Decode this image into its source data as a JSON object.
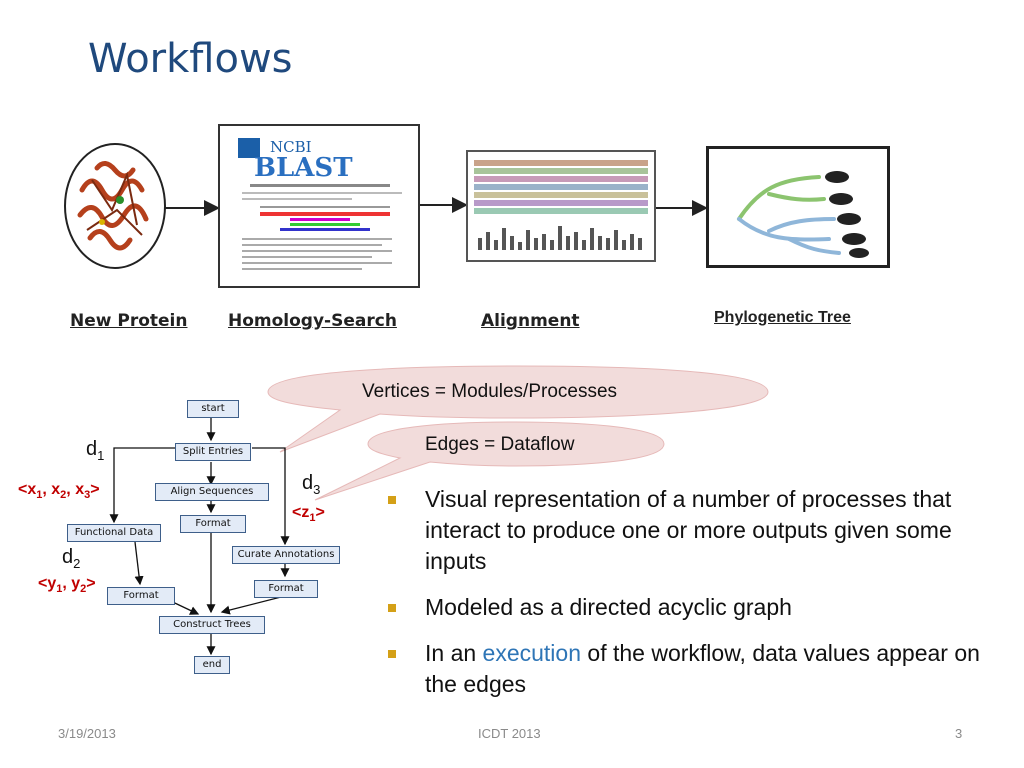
{
  "slide": {
    "title": "Workflows",
    "footer": {
      "date": "3/19/2013",
      "center": "ICDT 2013",
      "page": "3"
    }
  },
  "pipeline": {
    "steps": [
      {
        "label": "New Protein"
      },
      {
        "label": "Homology-Search",
        "logo_top": "NCBI",
        "logo_main": "BLAST"
      },
      {
        "label": "Alignment"
      },
      {
        "label": "Phylogenetic Tree"
      }
    ]
  },
  "callouts": {
    "vertices": "Vertices = Modules/Processes",
    "edges": "Edges =  Dataflow"
  },
  "flow": {
    "nodes": {
      "start": "start",
      "split": "Split Entries",
      "align": "Align Sequences",
      "functional": "Functional Data",
      "format1": "Format",
      "curate": "Curate Annotations",
      "format2": "Format",
      "format3": "Format",
      "construct": "Construct Trees",
      "end": "end"
    },
    "labels": {
      "d1": {
        "main": "d",
        "sub": "1"
      },
      "d2": {
        "main": "d",
        "sub": "2"
      },
      "d3": {
        "main": "d",
        "sub": "3"
      }
    },
    "tuples": {
      "x": {
        "open": "<x",
        "s1": "1",
        "sep1": ", x",
        "s2": "2",
        "sep2": ", x",
        "s3": "3",
        "close": ">"
      },
      "y": {
        "open": "<y",
        "s1": "1",
        "sep1": ", y",
        "s2": "2",
        "close": ">"
      },
      "z": {
        "open": "<z",
        "s1": "1",
        "close": ">"
      }
    }
  },
  "bullets": {
    "b1": "Visual representation of a number of processes that interact to produce one or more outputs given some inputs",
    "b2": "Modeled as a directed acyclic graph",
    "b3_pre": "In an ",
    "b3_hl": "execution",
    "b3_post": " of the workflow, data values appear on the edges"
  },
  "colors": {
    "title": "#1f497d",
    "bullet_mark": "#d4a017",
    "tuple": "#c00000",
    "highlight": "#2e75b6",
    "callout_fill": "#f2dcdb",
    "node_fill": "#e3ebf7"
  }
}
